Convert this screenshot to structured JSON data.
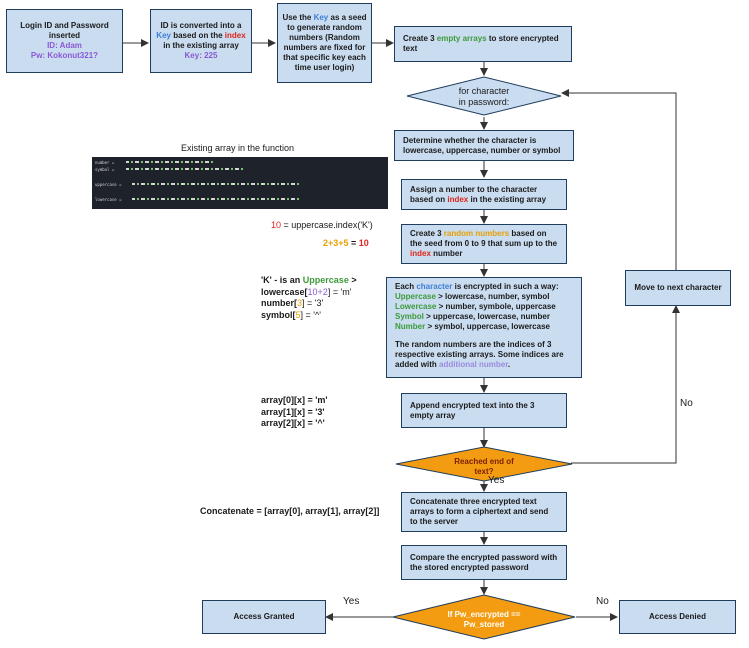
{
  "colors": {
    "box_fill": "#c9dcf0",
    "box_border": "#1f3d5c",
    "decision_blue": "#c9dcf0",
    "decision_orange": "#f39c12",
    "blue": "#3f7fd6",
    "red": "#e0251b",
    "green": "#3d9a3a",
    "orange": "#e8a000",
    "purple": "#8a5ad4"
  },
  "boxes": {
    "login": {
      "line1": "Login ID and Password",
      "line2": "inserted",
      "id": "ID: Adam",
      "pw": "Pw: Kokonut321?"
    },
    "converted": {
      "p1": "ID is converted into a",
      "key": "Key",
      "p2": " based on the",
      "index": "index",
      "p3": " in the existing",
      "p4": "array",
      "keyval": "Key: 225"
    },
    "seed": {
      "p1": "Use the ",
      "key": "Key",
      "p2": " as a",
      "rest": "seed to generate random numbers (Random numbers are fixed for that specific key each time user login)"
    },
    "create_arrays": {
      "p1": "Create 3 ",
      "empty": "empty arrays",
      "p2": " to store encrypted text"
    },
    "loop_decision": {
      "line1": "for character",
      "line2": "in password:"
    },
    "determine": {
      "text": "Determine whether the character is lowercase, uppercase, number or symbol"
    },
    "assign": {
      "p1": "Assign a number to the character based on ",
      "index": "index",
      "p2": " in the existing array"
    },
    "create_random": {
      "p1": "Create 3 ",
      "random": "random numbers",
      "p2": " based on the seed from 0 to 9 that sum up to the ",
      "index": "index",
      "p3": " number"
    },
    "encrypt": {
      "p1": "Each ",
      "character": "character",
      "p2": " is encrypted in such a way:",
      "rows": [
        {
          "kind": "Uppercase",
          "rest": " > lowercase, number, symbol"
        },
        {
          "kind": "Lowercase",
          "rest": " > number, symbole, uppercase"
        },
        {
          "kind": "Symbol",
          "rest": " > uppercase, lowercase, number"
        },
        {
          "kind": "Number",
          "rest": " > symbol,  uppercase, lowercase"
        }
      ],
      "p3": "The random numbers are the indices of 3 respective existing arrays. Some indices are added with ",
      "additional": "additional number",
      "p4": "."
    },
    "append": {
      "text": "Append encrypted text into the 3 empty array"
    },
    "end_decision": {
      "line1": "Reached end of",
      "line2": "text?"
    },
    "concat": {
      "text": "Concatenate three encrypted text arrays to form a ciphertext and send to the server"
    },
    "compare": {
      "text": "Compare the encrypted password with the stored encrypted password"
    },
    "final_decision": {
      "line1": "If Pw_encrypted ==",
      "line2": "Pw_stored"
    },
    "granted": {
      "text": "Access Granted"
    },
    "denied": {
      "text": "Access Denied"
    },
    "move_next": {
      "text": "Move to next character"
    }
  },
  "labels": {
    "yes_end": "Yes",
    "no_end": "No",
    "yes_final": "Yes",
    "no_final": "No"
  },
  "side_notes": {
    "existing_array_title": "Existing array in the function",
    "code_rows": [
      "number =",
      "symbol =",
      "uppercase =",
      "lowercase ="
    ],
    "index_eq": {
      "num": "10",
      "rest": " = uppercase.index('K')"
    },
    "sum": {
      "parts": "2+3+5",
      "eq": " = ",
      "total": "10"
    },
    "k_note": {
      "l1a": "'K' - is an ",
      "l1b": "Uppercase",
      "l1c": " >",
      "l2a": "lowercase[",
      "l2b": "10+2",
      "l2c": "] = 'm'",
      "l3a": "number[",
      "l3b": "3",
      "l3c": "] = '3'",
      "l4a": "symbol[",
      "l4b": "5",
      "l4c": "] = '^'"
    },
    "array_lines": [
      "array[0][x] = 'm'",
      "array[1][x] = '3'",
      "array[2][x] = '^'"
    ],
    "concat_note": "Concatenate = [array[0], array[1], array[2]]"
  }
}
